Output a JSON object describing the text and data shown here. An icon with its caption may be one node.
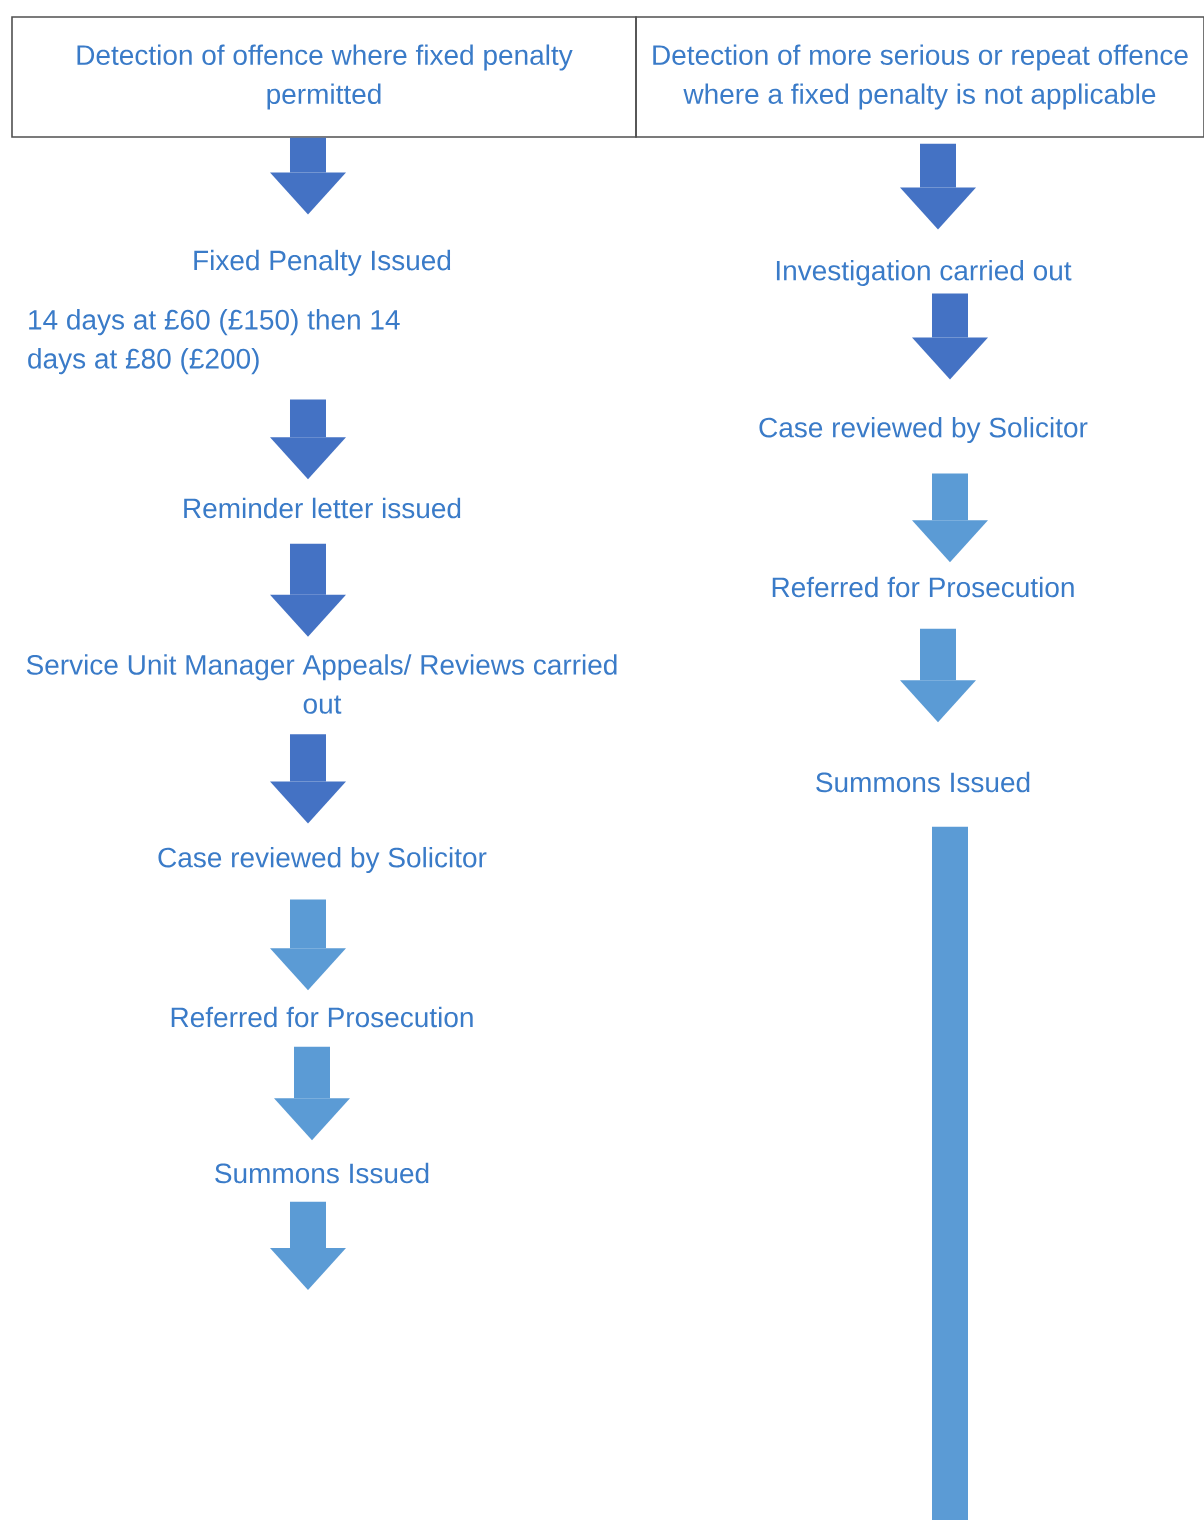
{
  "diagram": {
    "nodes": [
      {
        "text": [
          "Detection of offence where fixed penalty permitted"
        ]
      },
      {
        "text": [
          "Detection of more serious or repeat offence where a fixed penalty is not applicable"
        ]
      },
      {
        "text": [
          "Fixed Penalty Issued",
          "14 days at £60 (£150) then 14 days at £80 (£200)"
        ]
      },
      {
        "text": [
          "Reminder letter issued"
        ]
      },
      {
        "text": [
          "Service Unit Manager Appeals/ Reviews carried out"
        ]
      },
      {
        "text": [
          "Case reviewed by Solicitor"
        ]
      },
      {
        "text": [
          "Referred for Prosecution"
        ]
      },
      {
        "text": [
          "Summons Issued"
        ]
      },
      {
        "text": [
          "Investigation carried out"
        ]
      },
      {
        "text": [
          "Case reviewed by Solicitor"
        ]
      },
      {
        "text": [
          "Referred for Prosecution"
        ]
      },
      {
        "text": [
          "Summons Issued"
        ]
      }
    ],
    "edges": [
      {
        "from": 0,
        "to": 2,
        "arrow": "to"
      },
      {
        "from": 2,
        "to": 3,
        "arrow": "to"
      },
      {
        "from": 3,
        "to": 4,
        "arrow": "to"
      },
      {
        "from": 4,
        "to": 5,
        "arrow": "to"
      },
      {
        "from": 5,
        "to": 6,
        "arrow": "to",
        "color": "#5b9bd5"
      },
      {
        "from": 6,
        "to": 7,
        "arrow": "to",
        "color": "#5b9bd5"
      },
      {
        "from": 7,
        "to": null,
        "arrow": "to",
        "color": "#5b9bd5"
      },
      {
        "from": 1,
        "to": 8,
        "arrow": "to"
      },
      {
        "from": 8,
        "to": 9,
        "arrow": "to"
      },
      {
        "from": 9,
        "to": 10,
        "arrow": "to",
        "color": "#5b9bd5"
      },
      {
        "from": 10,
        "to": 11,
        "arrow": "to",
        "color": "#5b9bd5"
      },
      {
        "from": 11,
        "to": null,
        "arrow": "none",
        "color": "#5b9bd5"
      }
    ]
  }
}
